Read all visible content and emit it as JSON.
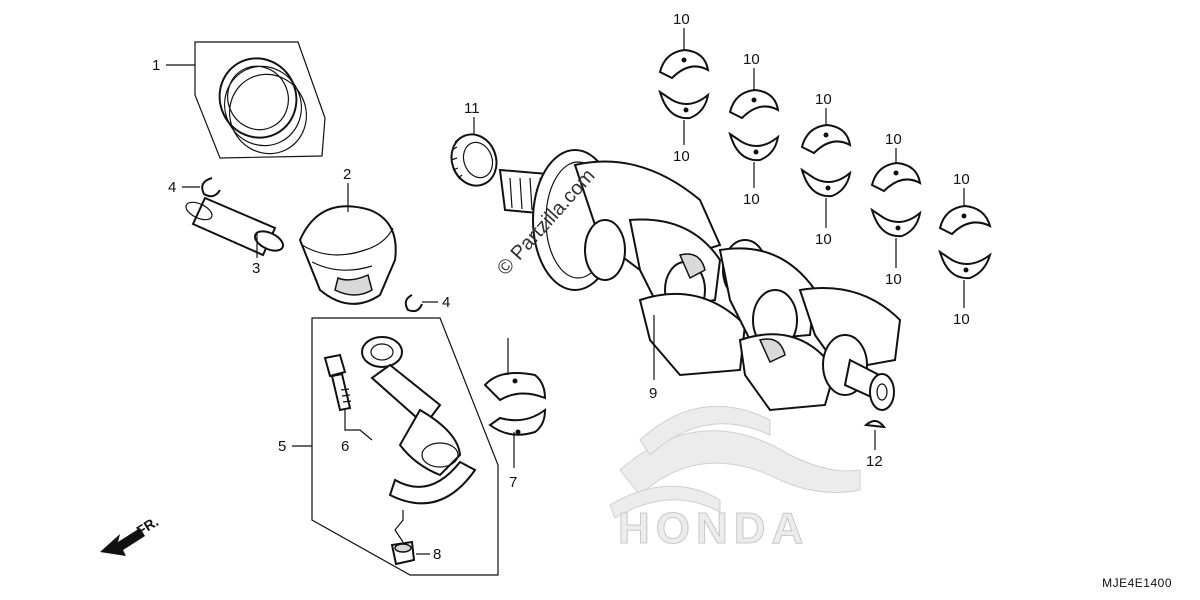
{
  "diagram_code": "MJE4E1400",
  "watermark": "© Partzilla.com",
  "brand_watermark": "HONDA",
  "direction_label": "FR.",
  "callouts": {
    "c1": "1",
    "c2": "2",
    "c3": "3",
    "c4a": "4",
    "c4b": "4",
    "c5": "5",
    "c6": "6",
    "c7": "7",
    "c8": "8",
    "c9": "9",
    "c10a": "10",
    "c10b": "10",
    "c10c": "10",
    "c10d": "10",
    "c10e": "10",
    "c10f": "10",
    "c10g": "10",
    "c10h": "10",
    "c10i": "10",
    "c10j": "10",
    "c11": "11",
    "c12": "12"
  }
}
